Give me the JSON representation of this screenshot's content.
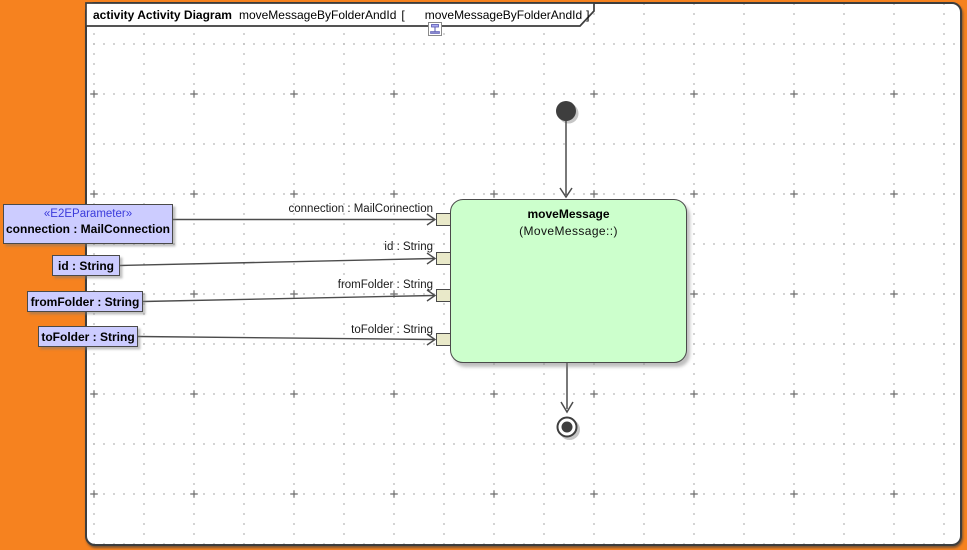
{
  "window": {
    "tab": {
      "kind_label": "activity Activity Diagram",
      "diagram_name": "moveMessageByFolderAndId",
      "open_bracket": "[",
      "context_name": "moveMessageByFolderAndId",
      "close_bracket": "]",
      "icon": "activity-diagram-icon"
    }
  },
  "activity": {
    "name": "moveMessage",
    "classifier": "(MoveMessage::)"
  },
  "parameters": [
    {
      "stereotype": "«E2EParameter»",
      "label": "connection : MailConnection",
      "edge_label": "connection : MailConnection"
    },
    {
      "label": "id : String",
      "edge_label": "id : String"
    },
    {
      "label": "fromFolder : String",
      "edge_label": "fromFolder : String"
    },
    {
      "label": "toFolder : String",
      "edge_label": "toFolder : String"
    }
  ],
  "nodes": {
    "initial_node": "initial",
    "final_node": "activity-final"
  },
  "colors": {
    "canvas_orange": "#f6821f",
    "frame_border": "#3d3d3d",
    "activity_fill": "#ccffcc",
    "parameter_fill": "#ccccff",
    "pin_fill": "#e9e9c9",
    "stereotype_text": "#3b3bdb",
    "edge_stroke": "#4c4c4c",
    "grid_dot": "#8c8c8c"
  }
}
